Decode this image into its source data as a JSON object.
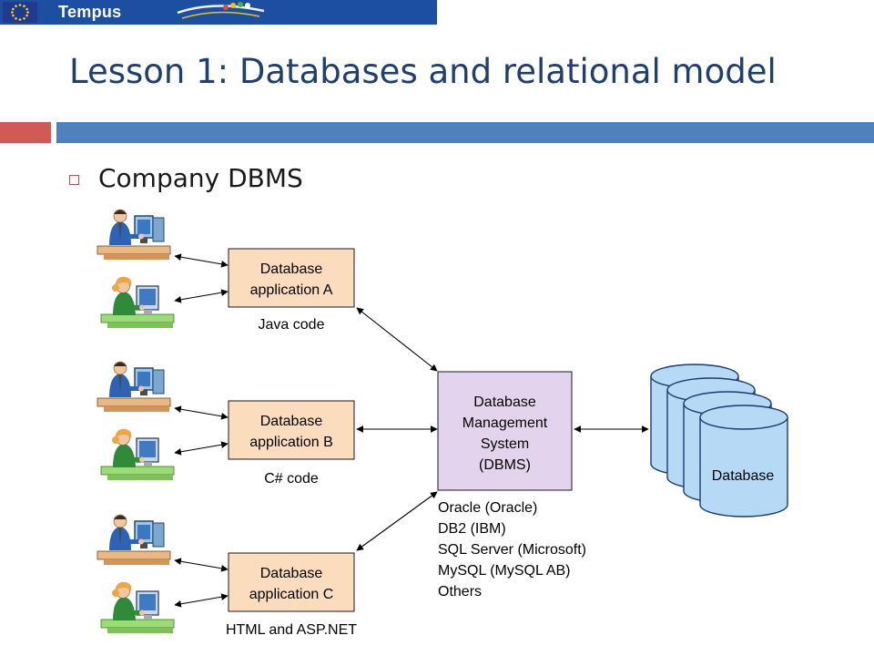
{
  "banner": {
    "brand_text": "Tempus"
  },
  "slide": {
    "title": "Lesson 1: Databases and relational model"
  },
  "bullet": {
    "text": "Company DBMS"
  },
  "diagram": {
    "apps": [
      {
        "line1": "Database",
        "line2": "application A",
        "code_label": "Java code"
      },
      {
        "line1": "Database",
        "line2": "application B",
        "code_label": "C# code"
      },
      {
        "line1": "Database",
        "line2": "application C",
        "code_label": "HTML and ASP.NET"
      }
    ],
    "dbms": {
      "line1": "Database",
      "line2": "Management",
      "line3": "System",
      "line4": "(DBMS)"
    },
    "vendors": [
      "Oracle (Oracle)",
      "DB2 (IBM)",
      "SQL Server (Microsoft)",
      "MySQL (MySQL AB)",
      "Others"
    ],
    "database_label": "Database"
  },
  "colors": {
    "app_box_fill": "#fbdcbd",
    "dbms_box_fill": "#e3d3ec",
    "cylinder_fill": "#b6d9f6",
    "banner_blue": "#1c4ea1",
    "title_color": "#1f3f6e",
    "accent_red": "#d05b55",
    "accent_blue": "#4f81bd"
  }
}
